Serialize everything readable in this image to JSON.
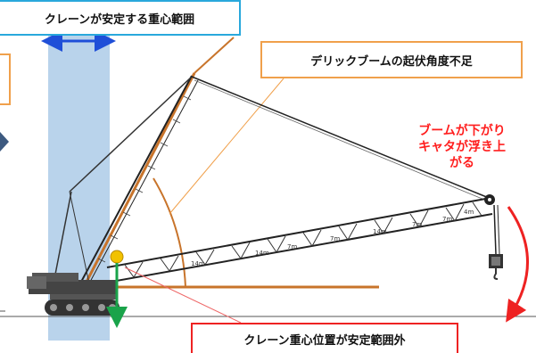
{
  "labels": {
    "stable_range": "クレーンが安定する重心範囲",
    "luffing_insufficient": "デリックブームの起伏角度不足",
    "cg_outside": "クレーン重心位置が安定範囲外"
  },
  "warning": {
    "line1": "ブームが下がり",
    "line2": "キャタが浮き上",
    "line3": "がる"
  },
  "boom_markings": [
    "14m",
    "14m",
    "7m",
    "7m",
    "14m",
    "7m",
    "7m",
    "4m"
  ],
  "colors": {
    "stable_band": "#b9d3eb",
    "stable_border": "#29a8dc",
    "luffing_border": "#f0a04b",
    "warning_red": "#ff1e1e",
    "double_arrow": "#1f4fd8",
    "cg_marker": "#f2c200",
    "cg_arrow": "#1aa34a",
    "derrick": "#c8742b"
  }
}
